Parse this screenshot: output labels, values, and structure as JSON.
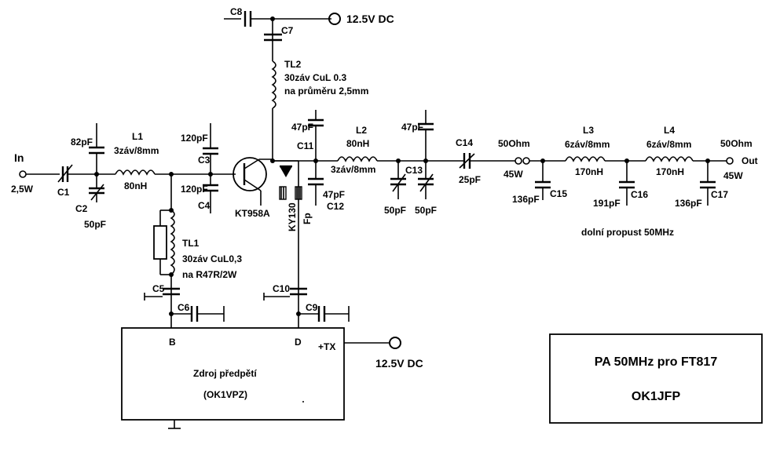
{
  "supply_top": "12.5V DC",
  "supply_bottom": "12.5V DC",
  "input": {
    "label": "In",
    "power": "2,5W"
  },
  "output": {
    "impedance": "50Ohm",
    "label": "Out",
    "power": "45W"
  },
  "mid_port": {
    "impedance": "50Ohm",
    "power": "45W"
  },
  "components": {
    "c1": "C1",
    "c2": "C2",
    "c2_val": "50pF",
    "c1_val": "82pF",
    "l1": "L1",
    "l1_turns": "3záv/8mm",
    "l1_val": "80nH",
    "c3": "C3",
    "c3_val": "120pF",
    "c4": "C4",
    "c4_val": "120pF",
    "transistor": "KT958A",
    "diode": "KY130",
    "fp": "Fp",
    "c5": "C5",
    "c6": "C6",
    "c7": "C7",
    "c8": "C8",
    "c9": "C9",
    "c10": "C10",
    "tl1": "TL1",
    "tl1_desc": "30záv CuL0,3",
    "tl1_core": "na R47R/2W",
    "tl2": "TL2",
    "tl2_desc": "30záv CuL 0.3",
    "tl2_core": "na průměru 2,5mm",
    "c11": "C11",
    "c11_val": "47pF",
    "c12": "C12",
    "c12_val": "47pF",
    "l2": "L2",
    "l2_val": "80nH",
    "l2_turns": "3záv/8mm",
    "c13": "C13",
    "c13_val": "50pF",
    "c13b_val": "47pF",
    "c13c_val": "50pF",
    "c14": "C14",
    "c14_val": "25pF",
    "l3": "L3",
    "l3_turns": "6záv/8mm",
    "l3_val": "170nH",
    "l4": "L4",
    "l4_turns": "6záv/8mm",
    "l4_val": "170nH",
    "c15": "C15",
    "c15_val": "136pF",
    "c16": "C16",
    "c16_val": "191pF",
    "c17": "C17",
    "c17_val": "136pF"
  },
  "filter_label": "dolní propust 50MHz",
  "bias_box": {
    "title": "Zdroj předpětí",
    "subtitle": "(OK1VPZ)",
    "pin_b": "B",
    "pin_d": "D",
    "pin_tx": "+TX"
  },
  "title_box": {
    "line1": "PA 50MHz pro FT817",
    "line2": "OK1JFP"
  }
}
